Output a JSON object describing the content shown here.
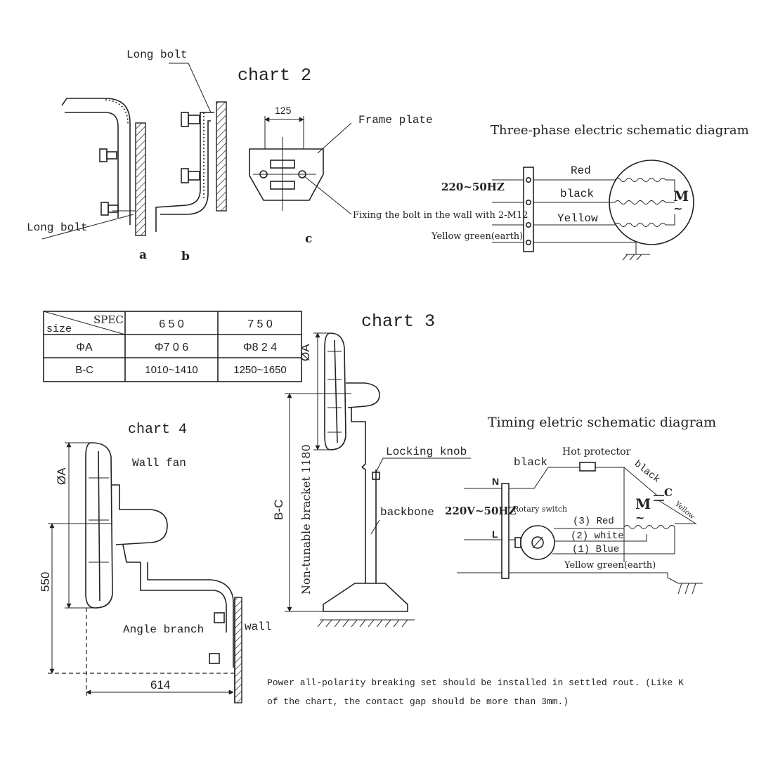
{
  "chart2": {
    "title": "chart 2",
    "long_bolt_top": "Long bolt",
    "long_bolt_left": "Long bolt",
    "label_a": "a",
    "label_b": "b",
    "label_c": "c",
    "dim_125": "125",
    "frame_plate": "Frame plate",
    "fixing_note": "Fixing the bolt in the wall with 2-M12"
  },
  "three_phase": {
    "title": "Three-phase electric schematic diagram",
    "voltage": "220~50HZ",
    "wire_red": "Red",
    "wire_black": "black",
    "wire_yellow": "Yellow",
    "earth": "Yellow green(earth)",
    "motor": "M"
  },
  "spec_table": {
    "header_spec": "SPEC",
    "header_size": "size",
    "columns": [
      "6 5 0",
      "7 5 0"
    ],
    "rows": [
      {
        "label": "ΦA",
        "values": [
          "Φ7 0 6",
          "Φ8 2 4"
        ]
      },
      {
        "label": "B-C",
        "values": [
          "1010~1410",
          "1250~1650"
        ]
      }
    ]
  },
  "chart3": {
    "title": "chart 3",
    "dim_a": "ØA",
    "dim_bc": "B-C",
    "non_tunable": "Non-tunable bracket 1180",
    "locking_knob": "Locking knob",
    "backbone": "backbone"
  },
  "chart4": {
    "title": "chart 4",
    "wall_fan": "Wall fan",
    "dim_a": "ØA",
    "dim_550": "550",
    "dim_614": "614",
    "angle_branch": "Angle branch",
    "wall": "wall"
  },
  "timing": {
    "title": "Timing eletric schematic diagram",
    "black_left": "black",
    "hot_protector": "Hot protector",
    "black_right": "black",
    "terminal_n": "N",
    "terminal_l": "L",
    "voltage": "220V~50HZ",
    "rotary_switch": "Rotary switch",
    "wire3": "(3) Red",
    "wire2": "(2) white",
    "wire1": "(1)  Blue",
    "earth": "Yellow green(earth)",
    "cap": "C",
    "yellow": "Yellow",
    "motor": "M"
  },
  "note": {
    "line1": "Power all-polarity breaking set should be installed in settled rout. (Like K",
    "line2": "of the chart, the contact gap should be more than 3mm.)"
  }
}
